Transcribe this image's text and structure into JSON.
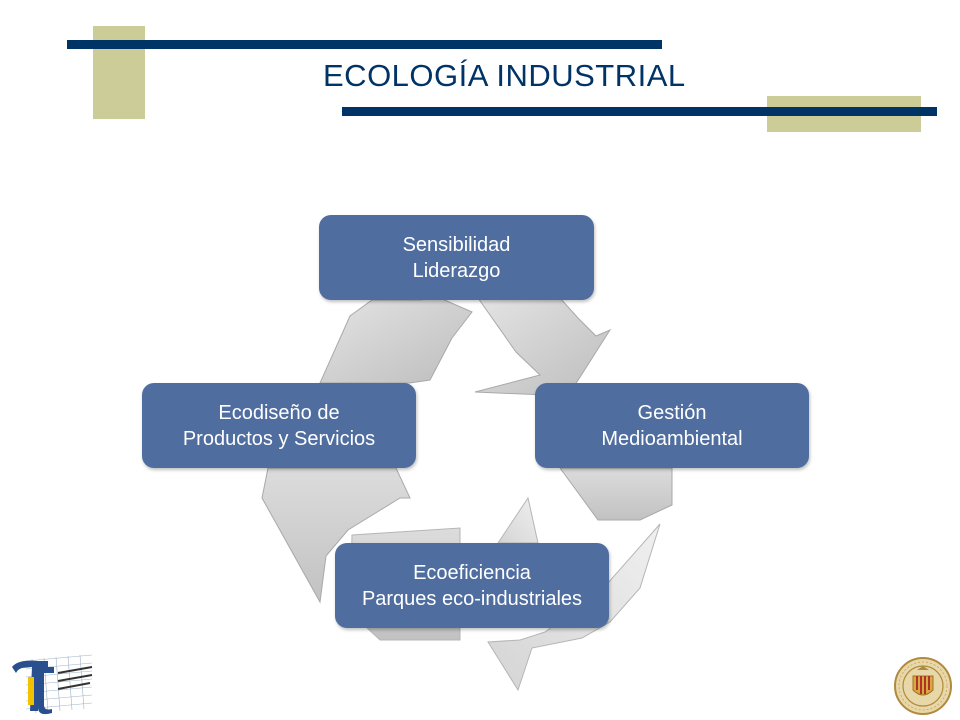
{
  "title": "ECOLOGÍA INDUSTRIAL",
  "cycle": {
    "top": {
      "line1": "Sensibilidad",
      "line2": "Liderazgo"
    },
    "right": {
      "line1": "Gestión",
      "line2": "Medioambiental"
    },
    "bottom": {
      "line1": "Ecoeficiencia",
      "line2": "Parques eco-industriales"
    },
    "left": {
      "line1": "Ecodiseño de",
      "line2": "Productos y Servicios"
    }
  },
  "logos": {
    "left_icon": "department-pi-logo-icon",
    "right_icon": "university-seal-icon"
  },
  "colors": {
    "navy": "#003366",
    "khaki": "#cccc99",
    "box_blue": "#4f6d9f",
    "arrow_grey": "#c8c8c8"
  }
}
